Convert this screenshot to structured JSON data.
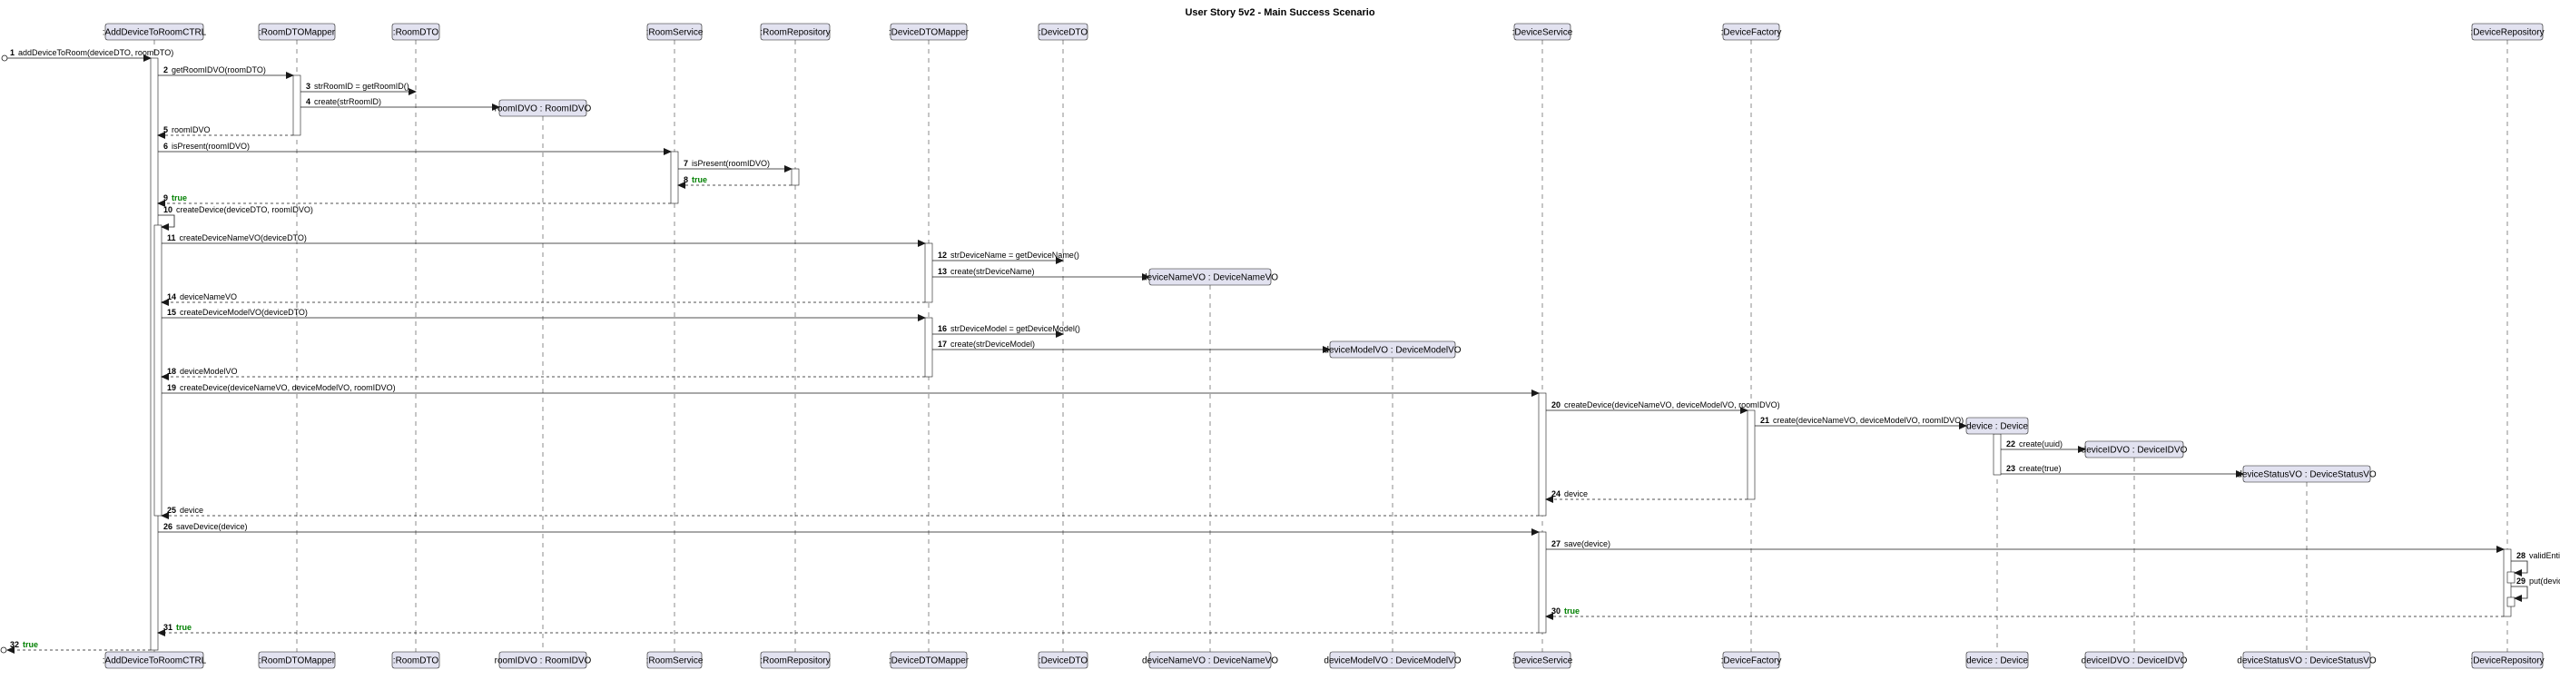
{
  "title": "User Story 5v2 - Main Success Scenario",
  "colors": {
    "participant_fill": "#E2E2F0",
    "participant_stroke": "#181818",
    "return_true": "#008000",
    "activation_fill": "#FFFFFF"
  },
  "participants": [
    {
      "id": "ctrl",
      "label": ":AddDeviceToRoomCTRL"
    },
    {
      "id": "roomdtomapper",
      "label": ":RoomDTOMapper"
    },
    {
      "id": "roomdto",
      "label": ":RoomDTO"
    },
    {
      "id": "roomidvo",
      "label": "roomIDVO : RoomIDVO"
    },
    {
      "id": "roomservice",
      "label": ":RoomService"
    },
    {
      "id": "roomrepo",
      "label": ":RoomRepository"
    },
    {
      "id": "devicedtomapper",
      "label": ":DeviceDTOMapper"
    },
    {
      "id": "devicedto",
      "label": ":DeviceDTO"
    },
    {
      "id": "devicenamevo",
      "label": "deviceNameVO : DeviceNameVO"
    },
    {
      "id": "devicemodelvo",
      "label": "deviceModelVO : DeviceModelVO"
    },
    {
      "id": "deviceservice",
      "label": ":DeviceService"
    },
    {
      "id": "devicefactory",
      "label": ":DeviceFactory"
    },
    {
      "id": "device",
      "label": "device : Device"
    },
    {
      "id": "deviceidvo",
      "label": "deviceIDVO : DeviceIDVO"
    },
    {
      "id": "devicestatusvo",
      "label": "deviceStatusVO : DeviceStatusVO"
    },
    {
      "id": "devicerepo",
      "label": ":DeviceRepository"
    }
  ],
  "messages": [
    {
      "n": "1",
      "text": "addDeviceToRoom(deviceDTO, roomDTO)"
    },
    {
      "n": "2",
      "text": "getRoomIDVO(roomDTO)"
    },
    {
      "n": "3",
      "text": "strRoomID = getRoomID()"
    },
    {
      "n": "4",
      "text": "create(strRoomID)"
    },
    {
      "n": "5",
      "text": "roomIDVO"
    },
    {
      "n": "6",
      "text": "isPresent(roomIDVO)"
    },
    {
      "n": "7",
      "text": "isPresent(roomIDVO)"
    },
    {
      "n": "8",
      "text": "true"
    },
    {
      "n": "9",
      "text": "true"
    },
    {
      "n": "10",
      "text": "createDevice(deviceDTO, roomIDVO)"
    },
    {
      "n": "11",
      "text": "createDeviceNameVO(deviceDTO)"
    },
    {
      "n": "12",
      "text": "strDeviceName = getDeviceName()"
    },
    {
      "n": "13",
      "text": "create(strDeviceName)"
    },
    {
      "n": "14",
      "text": "deviceNameVO"
    },
    {
      "n": "15",
      "text": "createDeviceModelVO(deviceDTO)"
    },
    {
      "n": "16",
      "text": "strDeviceModel = getDeviceModel()"
    },
    {
      "n": "17",
      "text": "create(strDeviceModel)"
    },
    {
      "n": "18",
      "text": "deviceModelVO"
    },
    {
      "n": "19",
      "text": "createDevice(deviceNameVO, deviceModelVO, roomIDVO)"
    },
    {
      "n": "20",
      "text": "createDevice(deviceNameVO, deviceModelVO, roomIDVO)"
    },
    {
      "n": "21",
      "text": "create(deviceNameVO, deviceModelVO, roomIDVO)"
    },
    {
      "n": "22",
      "text": "create(uuid)"
    },
    {
      "n": "23",
      "text": "create(true)"
    },
    {
      "n": "24",
      "text": "device"
    },
    {
      "n": "25",
      "text": "device"
    },
    {
      "n": "26",
      "text": "saveDevice(device)"
    },
    {
      "n": "27",
      "text": "save(device)"
    },
    {
      "n": "28",
      "text": "validEntity(device)"
    },
    {
      "n": "29",
      "text": "put(deviceIDVO, device)"
    },
    {
      "n": "30",
      "text": "true"
    },
    {
      "n": "31",
      "text": "true"
    },
    {
      "n": "32",
      "text": "true"
    }
  ]
}
